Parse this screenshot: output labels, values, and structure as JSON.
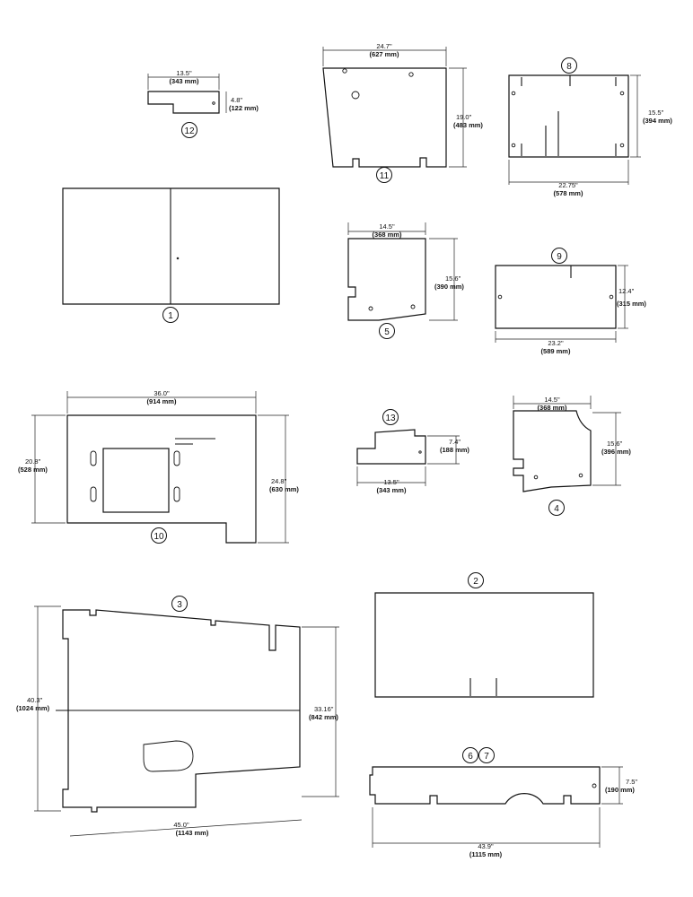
{
  "parts": [
    {
      "number": "12",
      "dims": [
        {
          "imperial": "13.5\"",
          "metric": "(343 mm)"
        },
        {
          "imperial": "4.8\"",
          "metric": "(122 mm)"
        }
      ]
    },
    {
      "number": "11",
      "dims": [
        {
          "imperial": "24.7\"",
          "metric": "(627 mm)"
        },
        {
          "imperial": "19.0\"",
          "metric": "(483 mm)"
        }
      ]
    },
    {
      "number": "8",
      "dims": [
        {
          "imperial": "15.5\"",
          "metric": "(394 mm)"
        },
        {
          "imperial": "22.75\"",
          "metric": "(578 mm)"
        }
      ]
    },
    {
      "number": "1",
      "dims": []
    },
    {
      "number": "5",
      "dims": [
        {
          "imperial": "14.5\"",
          "metric": "(368 mm)"
        },
        {
          "imperial": "15.6\"",
          "metric": "(390 mm)"
        }
      ]
    },
    {
      "number": "9",
      "dims": [
        {
          "imperial": "12.4\"",
          "metric": "(315 mm)"
        },
        {
          "imperial": "23.2\"",
          "metric": "(589 mm)"
        }
      ]
    },
    {
      "number": "10",
      "dims": [
        {
          "imperial": "36.0\"",
          "metric": "(914 mm)"
        },
        {
          "imperial": "20.8\"",
          "metric": "(528 mm)"
        },
        {
          "imperial": "24.8\"",
          "metric": "(630 mm)"
        }
      ]
    },
    {
      "number": "13",
      "dims": [
        {
          "imperial": "7.4\"",
          "metric": "(188 mm)"
        },
        {
          "imperial": "13.5\"",
          "metric": "(343 mm)"
        }
      ]
    },
    {
      "number": "4",
      "dims": [
        {
          "imperial": "14.5\"",
          "metric": "(368 mm)"
        },
        {
          "imperial": "15.6\"",
          "metric": "(396 mm)"
        }
      ]
    },
    {
      "number": "3",
      "dims": [
        {
          "imperial": "40.3\"",
          "metric": "(1024 mm)"
        },
        {
          "imperial": "33.16\"",
          "metric": "(842 mm)"
        },
        {
          "imperial": "45.0\"",
          "metric": "(1143 mm)"
        }
      ]
    },
    {
      "number": "2",
      "dims": []
    },
    {
      "number": "6",
      "dims": []
    },
    {
      "number": "7",
      "dims": [
        {
          "imperial": "7.5\"",
          "metric": "(190 mm)"
        },
        {
          "imperial": "43.9\"",
          "metric": "(1115 mm)"
        }
      ]
    }
  ]
}
